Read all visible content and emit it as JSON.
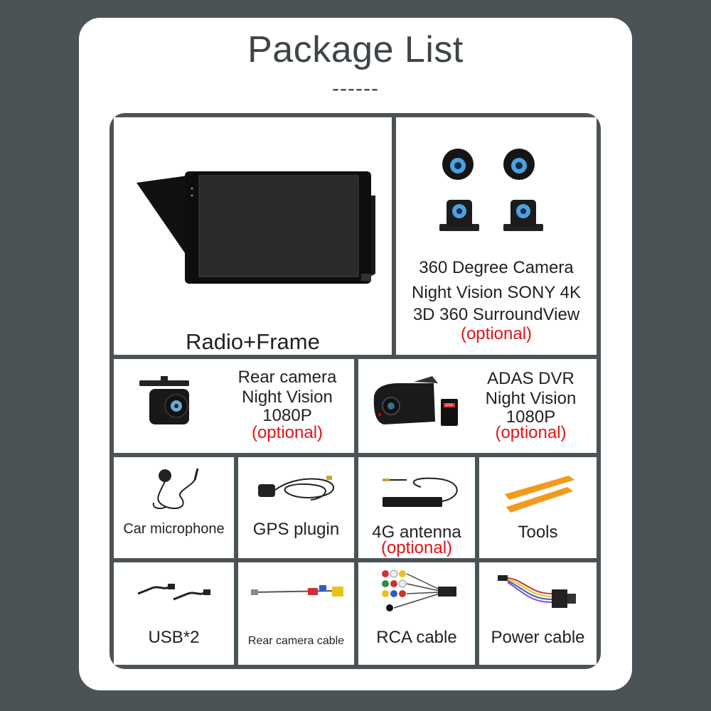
{
  "title": "Package List",
  "title_dashes": "------",
  "cells": {
    "radio": {
      "label": "Radio+Frame"
    },
    "camera360": {
      "line1": "360 Degree Camera",
      "line2": "Night Vision SONY 4K",
      "line3": "3D 360 SurroundView",
      "optional": "(optional)"
    },
    "rear_camera": {
      "line1": "Rear camera",
      "line2": "Night Vision",
      "line3": "1080P",
      "optional": "(optional)"
    },
    "adas": {
      "line1": "ADAS DVR",
      "line2": "Night Vision",
      "line3": "1080P",
      "optional": "(optional)",
      "sd_card_text": "32GB"
    },
    "microphone": {
      "label": "Car microphone"
    },
    "gps": {
      "label": "GPS plugin"
    },
    "antenna": {
      "label": "4G antenna",
      "optional": "(optional)"
    },
    "tools": {
      "label": "Tools"
    },
    "usb": {
      "label": "USB*2"
    },
    "rear_cable": {
      "label": "Rear camera cable"
    },
    "rca": {
      "label": "RCA cable"
    },
    "power": {
      "label": "Power cable"
    }
  },
  "colors": {
    "background": "#4b5356",
    "card": "#ffffff",
    "text": "#222222",
    "title": "#3e4548",
    "optional": "#e0141a",
    "tools": "#f39a1a"
  }
}
